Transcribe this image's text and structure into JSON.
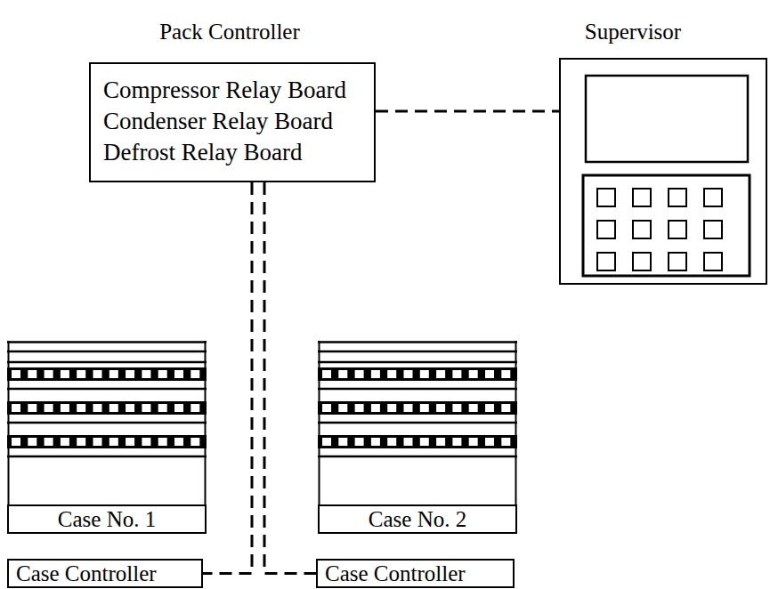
{
  "diagram": {
    "nodes": [
      {
        "text": [
          "Pack Controller",
          "Compressor Relay Board",
          "Condenser Relay Board",
          "Defrost Relay Board"
        ]
      },
      {
        "text": [
          "Supervisor"
        ]
      },
      {
        "text": [
          "Case No. 1"
        ]
      },
      {
        "text": [
          "Case No. 2"
        ]
      },
      {
        "text": [
          "Case Controller"
        ]
      },
      {
        "text": [
          "Case Controller"
        ]
      }
    ],
    "edges": [
      {
        "from": 0,
        "to": 1,
        "arrow": "none"
      },
      {
        "from": 0,
        "to": 4,
        "arrow": "none"
      },
      {
        "from": 0,
        "to": 5,
        "arrow": "none"
      }
    ]
  }
}
